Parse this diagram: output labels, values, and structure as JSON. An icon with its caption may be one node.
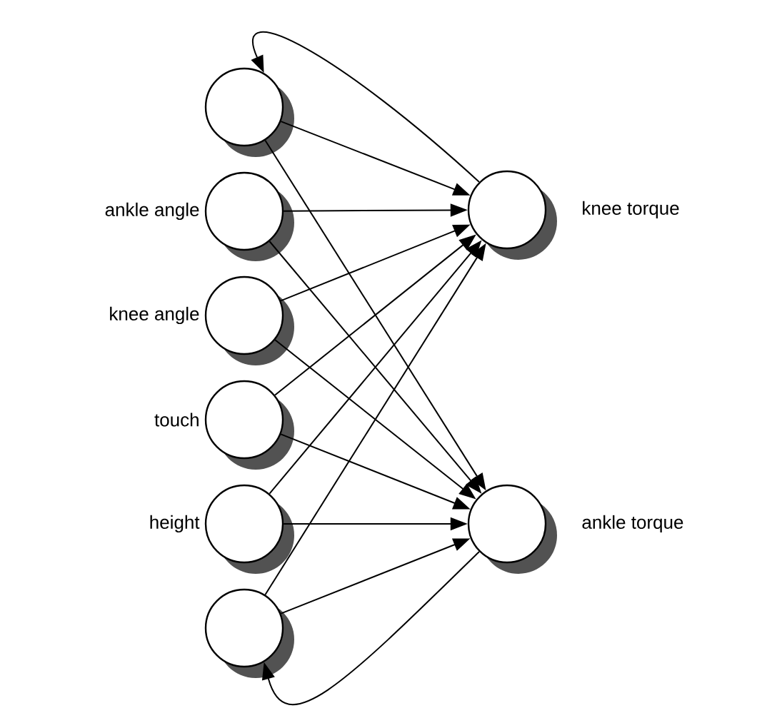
{
  "diagram": {
    "nodes": [
      {
        "text": [],
        "shape": "circle"
      },
      {
        "text": [],
        "shape": "circle",
        "beside": [
          "ankle angle"
        ]
      },
      {
        "text": [],
        "shape": "circle",
        "beside": [
          "knee angle"
        ]
      },
      {
        "text": [],
        "shape": "circle",
        "beside": [
          "touch"
        ]
      },
      {
        "text": [],
        "shape": "circle",
        "beside": [
          "height"
        ]
      },
      {
        "text": [],
        "shape": "circle"
      },
      {
        "text": [],
        "shape": "circle",
        "beside": [
          "knee torque"
        ]
      },
      {
        "text": [],
        "shape": "circle",
        "beside": [
          "ankle torque"
        ]
      }
    ],
    "edges": [
      {
        "from": 0,
        "to": 6,
        "arrow": "to"
      },
      {
        "from": 0,
        "to": 7,
        "arrow": "to"
      },
      {
        "from": 1,
        "to": 6,
        "arrow": "to"
      },
      {
        "from": 1,
        "to": 7,
        "arrow": "to"
      },
      {
        "from": 2,
        "to": 6,
        "arrow": "to"
      },
      {
        "from": 2,
        "to": 7,
        "arrow": "to"
      },
      {
        "from": 3,
        "to": 6,
        "arrow": "to"
      },
      {
        "from": 3,
        "to": 7,
        "arrow": "to"
      },
      {
        "from": 4,
        "to": 6,
        "arrow": "to"
      },
      {
        "from": 4,
        "to": 7,
        "arrow": "to"
      },
      {
        "from": 5,
        "to": 6,
        "arrow": "to"
      },
      {
        "from": 5,
        "to": 7,
        "arrow": "to"
      },
      {
        "from": 6,
        "to": 0,
        "arrow": "to"
      },
      {
        "from": 7,
        "to": 5,
        "arrow": "to"
      }
    ]
  }
}
